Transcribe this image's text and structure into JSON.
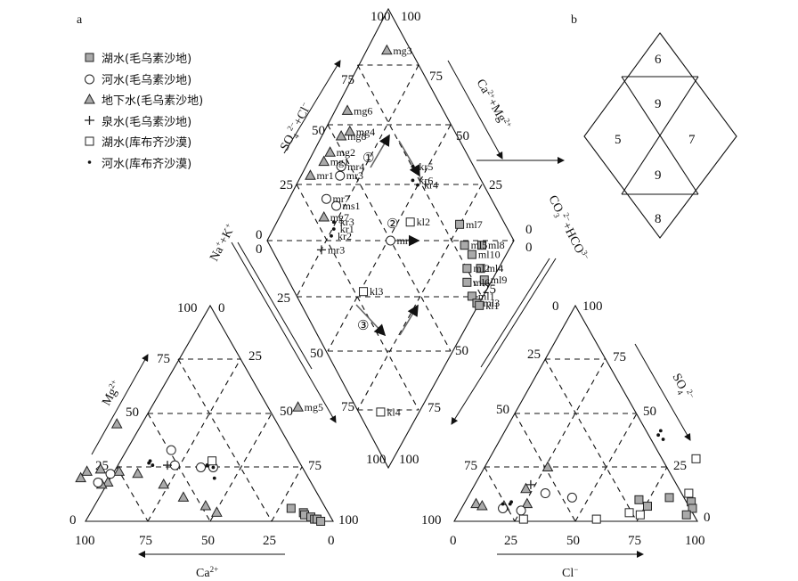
{
  "panels": {
    "a": "a",
    "b": "b"
  },
  "legend": [
    {
      "label": "湖水(毛乌素沙地)",
      "marker": "square-grey"
    },
    {
      "label": "河水(毛乌素沙地)",
      "marker": "circle-open"
    },
    {
      "label": "地下水(毛乌素沙地)",
      "marker": "triangle-grey"
    },
    {
      "label": "泉水(毛乌素沙地)",
      "marker": "plus"
    },
    {
      "label": "湖水(库布齐沙漠)",
      "marker": "square-open"
    },
    {
      "label": "河水(库布齐沙漠)",
      "marker": "dot"
    }
  ],
  "axes": {
    "so4cl": {
      "a": "SO",
      "b": "4",
      "c": "2−",
      "d": "+Cl",
      "e": "−"
    },
    "camg": {
      "a": "Ca",
      "b": "2+",
      "c": "+Mg",
      "d": "2+"
    },
    "nak": {
      "a": "Na",
      "b": "+",
      "c": "+K",
      "d": "+"
    },
    "co3hco3": {
      "a": "CO",
      "b": "3",
      "c": "2−",
      "d": "+HCO",
      "e": "3−"
    },
    "mg": {
      "a": "Mg",
      "b": "2+"
    },
    "ca": {
      "a": "Ca",
      "b": "2+"
    },
    "so4": {
      "a": "SO",
      "b": "4",
      "c": "2−"
    },
    "cl": {
      "a": "Cl",
      "b": "−"
    }
  },
  "ticks": {
    "diamond_top": [
      "100",
      "100"
    ],
    "diamond_upper_left": [
      "75",
      "50",
      "25"
    ],
    "diamond_upper_right": [
      "75",
      "50",
      "25"
    ],
    "diamond_left": [
      "0",
      "0"
    ],
    "diamond_right": [
      "0",
      "0"
    ],
    "diamond_lower_left": [
      "25",
      "50",
      "75"
    ],
    "diamond_lower_right": [
      "25",
      "50",
      "75"
    ],
    "diamond_bottom": [
      "100",
      "100"
    ],
    "cation_mg": [
      "100",
      "75",
      "50",
      "25",
      "0"
    ],
    "cation_top": "0",
    "cation_right": [
      "25",
      "50",
      "75",
      "100"
    ],
    "cation_ca": [
      "100",
      "75",
      "50",
      "25",
      "0"
    ],
    "anion_top": [
      "0",
      "100"
    ],
    "anion_left": [
      "25",
      "50",
      "75",
      "100"
    ],
    "anion_so4": [
      "75",
      "50",
      "25",
      "0"
    ],
    "anion_cl": [
      "0",
      "25",
      "50",
      "75",
      "100"
    ]
  },
  "zones": [
    {
      "label": "6"
    },
    {
      "label": "9"
    },
    {
      "label": "5"
    },
    {
      "label": "7"
    },
    {
      "label": "9"
    },
    {
      "label": "8"
    }
  ],
  "evolution": [
    "①",
    "②",
    "③"
  ],
  "chart_data": {
    "type": "scatter",
    "subtype": "piper-trilinear",
    "series": [
      {
        "name": "湖水(毛乌素沙地)",
        "marker": "square-grey"
      },
      {
        "name": "河水(毛乌素沙地)",
        "marker": "circle-open"
      },
      {
        "name": "地下水(毛乌素沙地)",
        "marker": "triangle-grey"
      },
      {
        "name": "泉水(毛乌素沙地)",
        "marker": "plus"
      },
      {
        "name": "湖水(库布齐沙漠)",
        "marker": "square-open"
      },
      {
        "name": "河水(库布齐沙漠)",
        "marker": "dot"
      }
    ],
    "cation_points": [
      {
        "s": 2,
        "ca": 65,
        "mg": 45
      },
      {
        "s": 2,
        "ca": 88,
        "mg": 23
      },
      {
        "s": 2,
        "ca": 82,
        "mg": 24
      },
      {
        "s": 2,
        "ca": 75,
        "mg": 23
      },
      {
        "s": 2,
        "ca": 68,
        "mg": 22
      },
      {
        "s": 2,
        "ca": 82,
        "mg": 18
      },
      {
        "s": 2,
        "ca": 92,
        "mg": 20
      },
      {
        "s": 2,
        "ca": 55,
        "mg": 11
      },
      {
        "s": 2,
        "ca": 60,
        "mg": 17
      },
      {
        "s": 2,
        "ca": 85,
        "mg": 17
      },
      {
        "s": 2,
        "ca": 48,
        "mg": 7
      },
      {
        "s": 2,
        "ca": 45,
        "mg": 4
      },
      {
        "s": 1,
        "ca": 49,
        "mg": 33
      },
      {
        "s": 1,
        "ca": 51,
        "mg": 26
      },
      {
        "s": 1,
        "ca": 41,
        "mg": 25
      },
      {
        "s": 1,
        "ca": 36,
        "mg": 25
      },
      {
        "s": 1,
        "ca": 86,
        "mg": 18
      },
      {
        "s": 1,
        "ca": 79,
        "mg": 22
      },
      {
        "s": 3,
        "ca": 54,
        "mg": 26
      },
      {
        "s": 4,
        "ca": 35,
        "mg": 28
      },
      {
        "s": 0,
        "ca": 14,
        "mg": 6
      },
      {
        "s": 0,
        "ca": 10,
        "mg": 4
      },
      {
        "s": 0,
        "ca": 10,
        "mg": 3
      },
      {
        "s": 0,
        "ca": 8,
        "mg": 2
      },
      {
        "s": 0,
        "ca": 7,
        "mg": 1
      },
      {
        "s": 0,
        "ca": 6,
        "mg": 1
      },
      {
        "s": 0,
        "ca": 5,
        "mg": 0
      },
      {
        "s": 5,
        "ca": 60,
        "mg": 26
      },
      {
        "s": 5,
        "ca": 61,
        "mg": 27
      },
      {
        "s": 5,
        "ca": 60,
        "mg": 28
      },
      {
        "s": 5,
        "ca": 38,
        "mg": 26
      },
      {
        "s": 5,
        "ca": 38,
        "mg": 20
      },
      {
        "s": 5,
        "ca": 36,
        "mg": 25
      }
    ],
    "anion_points": [
      {
        "s": 2,
        "cl": 5,
        "so4": 8
      },
      {
        "s": 2,
        "cl": 8,
        "so4": 7
      },
      {
        "s": 2,
        "cl": 26,
        "so4": 25
      },
      {
        "s": 2,
        "cl": 22,
        "so4": 15
      },
      {
        "s": 2,
        "cl": 26,
        "so4": 8
      },
      {
        "s": 2,
        "cl": 17,
        "so4": 7
      },
      {
        "s": 1,
        "cl": 17,
        "so4": 6
      },
      {
        "s": 1,
        "cl": 31,
        "so4": 13
      },
      {
        "s": 1,
        "cl": 43,
        "so4": 11
      },
      {
        "s": 1,
        "cl": 25,
        "so4": 5
      },
      {
        "s": 0,
        "cl": 71,
        "so4": 10
      },
      {
        "s": 0,
        "cl": 76,
        "so4": 7
      },
      {
        "s": 0,
        "cl": 83,
        "so4": 11
      },
      {
        "s": 0,
        "cl": 93,
        "so4": 9
      },
      {
        "s": 0,
        "cl": 95,
        "so4": 6
      },
      {
        "s": 0,
        "cl": 94,
        "so4": 3
      },
      {
        "s": 4,
        "cl": 85,
        "so4": 29
      },
      {
        "s": 4,
        "cl": 90,
        "so4": 13
      },
      {
        "s": 4,
        "cl": 70,
        "so4": 4
      },
      {
        "s": 4,
        "cl": 75,
        "so4": 3
      },
      {
        "s": 4,
        "cl": 28,
        "so4": 1
      },
      {
        "s": 4,
        "cl": 58,
        "so4": 1
      },
      {
        "s": 3,
        "cl": 23,
        "so4": 17
      },
      {
        "s": 5,
        "cl": 64,
        "so4": 42
      },
      {
        "s": 5,
        "cl": 64,
        "so4": 40
      },
      {
        "s": 5,
        "cl": 67,
        "so4": 38
      },
      {
        "s": 5,
        "cl": 19,
        "so4": 9
      },
      {
        "s": 5,
        "cl": 19,
        "so4": 8
      },
      {
        "s": 5,
        "cl": 16,
        "so4": 8
      }
    ],
    "diamond_points": [
      {
        "s": 2,
        "label": "mg3",
        "nak": 3,
        "so4cl": 82
      },
      {
        "s": 2,
        "label": "mg6",
        "nak": 35,
        "so4cl": 56
      },
      {
        "s": 2,
        "label": "mg8",
        "nak": 40,
        "so4cl": 45
      },
      {
        "s": 2,
        "label": "mg4",
        "nak": 33,
        "so4cl": 47
      },
      {
        "s": 2,
        "label": "mg2",
        "nak": 49,
        "so4cl": 38
      },
      {
        "s": 2,
        "label": "mg1",
        "nak": 54,
        "so4cl": 34
      },
      {
        "s": 2,
        "label": "mr1",
        "nak": 65,
        "so4cl": 28
      },
      {
        "s": 2,
        "label": "mg7",
        "nak": 54,
        "so4cl": 10
      },
      {
        "s": 2,
        "label": "mg5",
        "nak": 75,
        "so4cl": -72
      },
      {
        "s": 1,
        "label": "mr4",
        "nak": 40,
        "so4cl": 32
      },
      {
        "s": 1,
        "label": "mr3",
        "nak": 41,
        "so4cl": 28
      },
      {
        "s": 1,
        "label": "ms1",
        "nak": 44,
        "so4cl": 15
      },
      {
        "s": 1,
        "label": "mr2",
        "nak": 0,
        "so4cl": 0
      },
      {
        "s": 1,
        "label": "mr7",
        "nak": 52,
        "so4cl": 18
      },
      {
        "s": 3,
        "label": "mr3",
        "nak": 56,
        "so4cl": -4
      },
      {
        "s": 4,
        "label": "kl2",
        "nak": -16,
        "so4cl": 8
      },
      {
        "s": 4,
        "label": "kl3",
        "nak": 22,
        "so4cl": -22
      },
      {
        "s": 4,
        "label": "kl4",
        "nak": 8,
        "so4cl": -74
      },
      {
        "s": 0,
        "label": "ml7",
        "nak": -56,
        "so4cl": 7
      },
      {
        "s": 0,
        "label": "ml8",
        "nak": -74,
        "so4cl": -2
      },
      {
        "s": 0,
        "label": "ml5",
        "nak": -60,
        "so4cl": -2
      },
      {
        "s": 0,
        "label": "ml10",
        "nak": -66,
        "so4cl": -6
      },
      {
        "s": 0,
        "label": "ml2",
        "nak": -62,
        "so4cl": -12
      },
      {
        "s": 0,
        "label": "ml4",
        "nak": -73,
        "so4cl": -12
      },
      {
        "s": 0,
        "label": "ml6",
        "nak": -62,
        "so4cl": -18
      },
      {
        "s": 0,
        "label": "ml9",
        "nak": -76,
        "so4cl": -17
      },
      {
        "s": 0,
        "label": "ml1",
        "nak": -66,
        "so4cl": -24
      },
      {
        "s": 0,
        "label": "ml3",
        "nak": -70,
        "so4cl": -27
      },
      {
        "s": 0,
        "label": "kl1",
        "nak": -72,
        "so4cl": -28
      },
      {
        "s": 5,
        "label": "kr5",
        "nak": -18,
        "so4cl": 32
      },
      {
        "s": 5,
        "label": "kr6",
        "nak": -18,
        "so4cl": 26
      },
      {
        "s": 5,
        "label": "kr4",
        "nak": -22,
        "so4cl": 24
      },
      {
        "s": 5,
        "label": "kr1",
        "nak": 46,
        "so4cl": 5
      },
      {
        "s": 5,
        "label": "kr2",
        "nak": 48,
        "so4cl": 2
      },
      {
        "s": 5,
        "label": "kr3",
        "nak": 46,
        "so4cl": 8
      }
    ]
  }
}
